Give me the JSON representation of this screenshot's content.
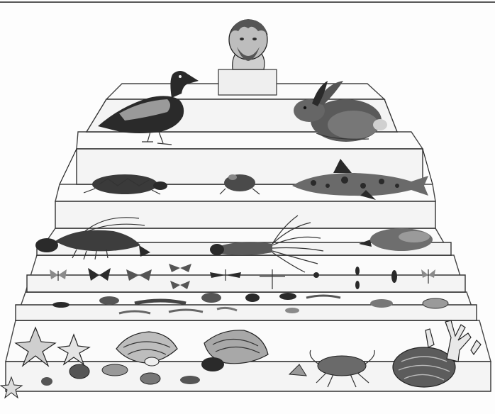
{
  "image": {
    "kind": "engraving",
    "palette": {
      "ink": "#2a2a2a",
      "paper": "#fdfdfd",
      "step": "#f4f4f4"
    }
  },
  "levels": [
    {
      "id": "summit",
      "figures": [
        "human-bust"
      ]
    },
    {
      "id": "step-1",
      "figures": [
        "duck",
        "rabbit"
      ]
    },
    {
      "id": "step-2",
      "figures": [
        "turtle",
        "frog",
        "shark"
      ]
    },
    {
      "id": "step-3",
      "figures": [
        "lobster",
        "squid",
        "cuttlefish"
      ]
    },
    {
      "id": "step-4",
      "figures": [
        "butterflies",
        "moths",
        "dragonflies",
        "beetles"
      ]
    },
    {
      "id": "step-5",
      "figures": [
        "worms",
        "caterpillars",
        "larvae"
      ]
    },
    {
      "id": "step-6",
      "figures": [
        "starfish",
        "shells",
        "crab",
        "coral"
      ]
    }
  ]
}
